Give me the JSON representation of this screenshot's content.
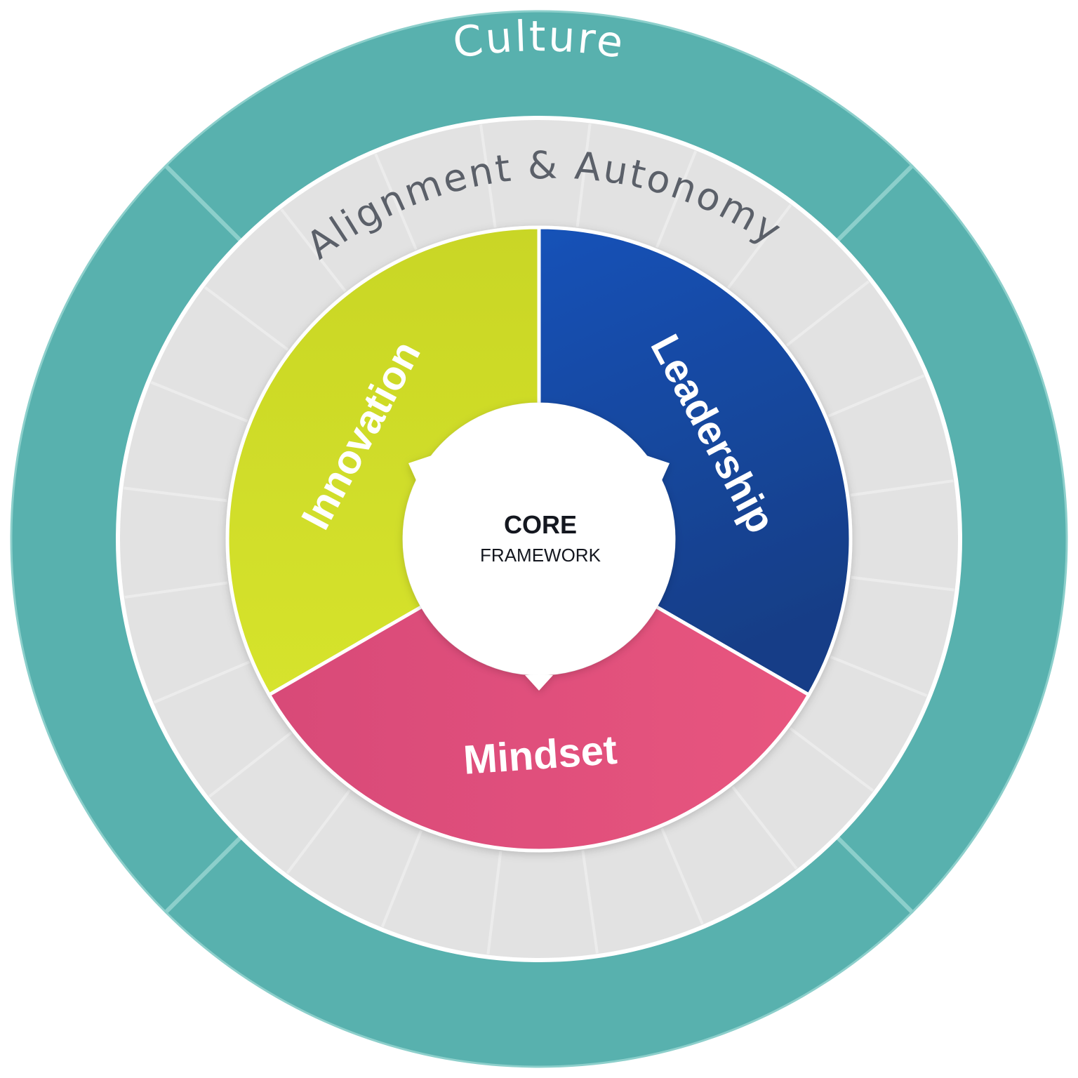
{
  "outer_ring": {
    "label": "Culture",
    "color": "#58b1ae",
    "divider_color": "#8ccfcb"
  },
  "middle_ring": {
    "label": "Alignment & Autonomy",
    "color": "#e2e2e2",
    "label_color": "#5b6069"
  },
  "segments": [
    {
      "label": "Innovation",
      "color_start": "#c9d625",
      "color_end": "#d6e32d"
    },
    {
      "label": "Leadership",
      "color_start": "#1552b8",
      "color_end": "#123e87"
    },
    {
      "label": "Mindset",
      "color_start": "#d84a78",
      "color_end": "#e8557f"
    }
  ],
  "center": {
    "title": "CORE",
    "subtitle": "FRAMEWORK"
  }
}
